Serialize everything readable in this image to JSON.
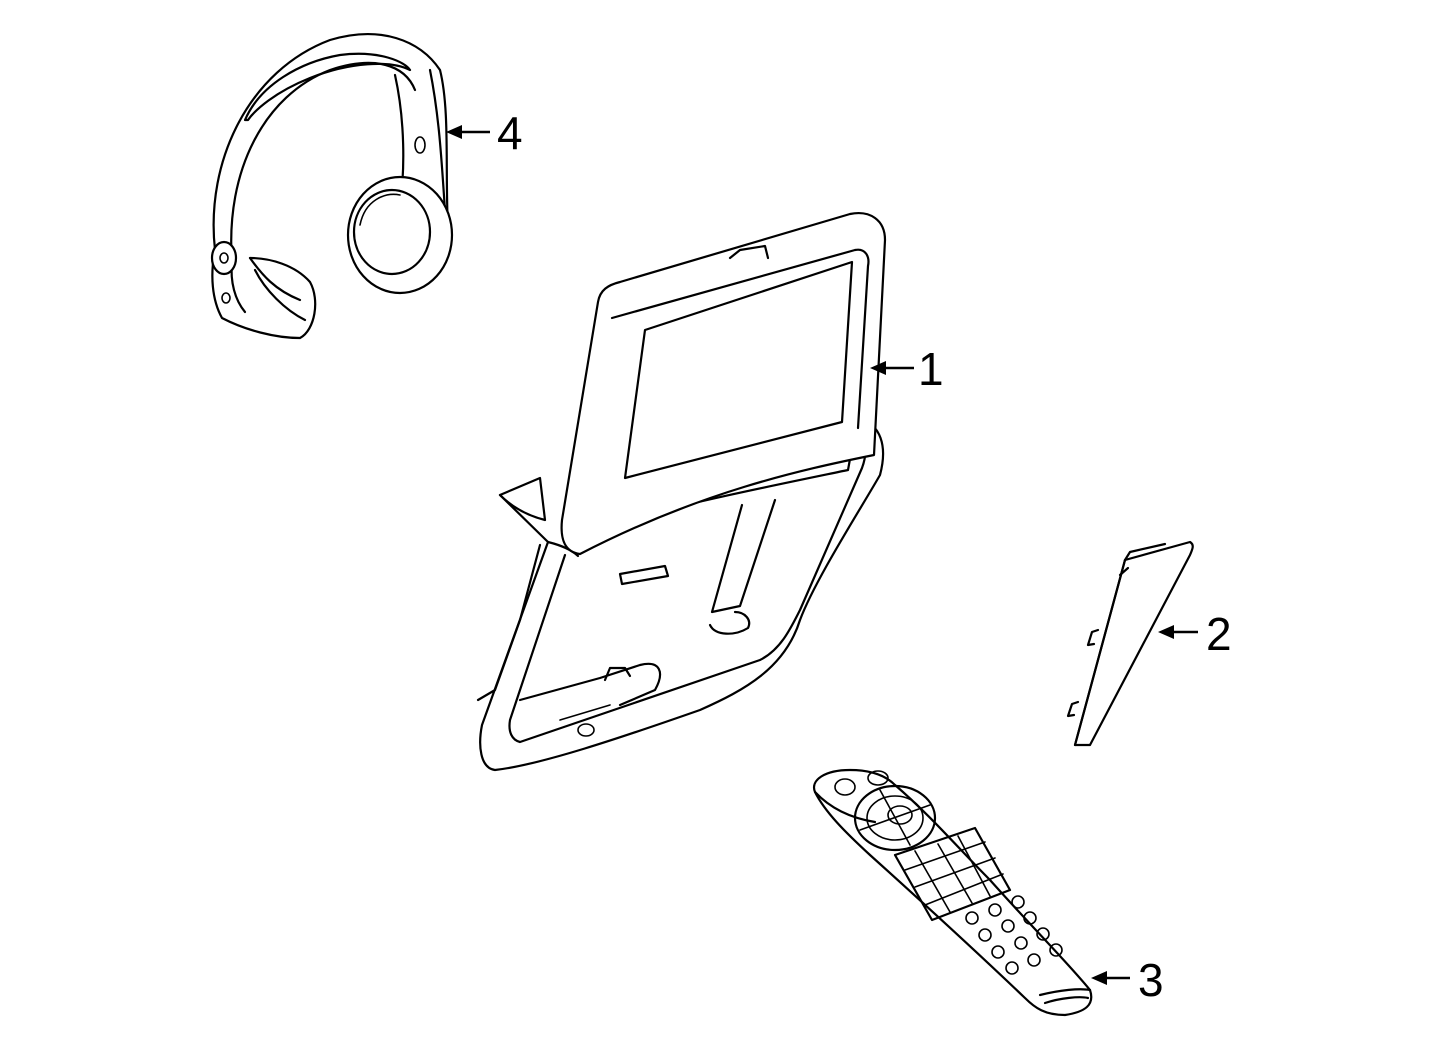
{
  "callouts": [
    {
      "id": "monitor",
      "number": "1"
    },
    {
      "id": "cover",
      "number": "2"
    },
    {
      "id": "remote",
      "number": "3"
    },
    {
      "id": "headphones",
      "number": "4"
    }
  ]
}
